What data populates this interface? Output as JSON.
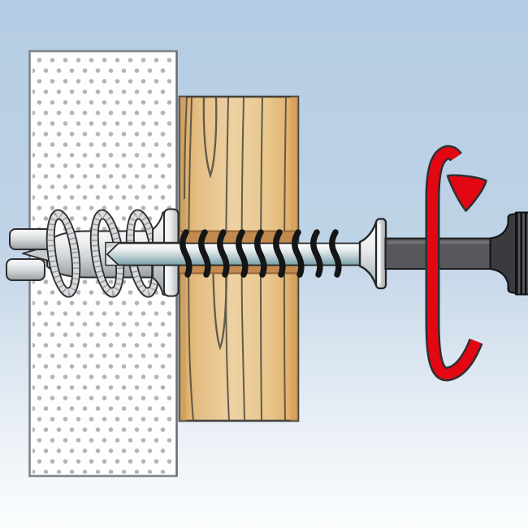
{
  "meta": {
    "title": "Drywall anchor installation diagram",
    "description": "Cross-section illustration: a self-drilling metal spiral anchor set in a plasterboard panel; a countersunk screw passes through a wooden batten into the anchor and is driven by a drill, with a red arrow indicating clockwise screwing-in rotation."
  },
  "scene": {
    "components": [
      {
        "name": "drywall-panel",
        "label": "Plasterboard panel shown in cross-section with gypsum dot texture"
      },
      {
        "name": "metal-anchor",
        "label": "Self-drilling metal drywall anchor with spiral blade, split drill tip and flange collar"
      },
      {
        "name": "wood-batten",
        "label": "Wooden batten being fixed, shown in cross-section with grain"
      },
      {
        "name": "screw",
        "label": "Countersunk screw threaded through the batten into the anchor"
      },
      {
        "name": "driver-shaft",
        "label": "Screwdriver bit shaft between screw head and chuck"
      },
      {
        "name": "drill-chuck",
        "label": "Drill chuck, partially visible at right edge"
      },
      {
        "name": "rotation-arrow",
        "label": "Red arrow indicating driving rotation",
        "direction": "clockwise"
      }
    ]
  },
  "colors": {
    "background_top": "#b4cce4",
    "background_bottom": "#fbfdfe",
    "drywall_face": "#fefefe",
    "drywall_dots": "#b3b4b7",
    "drywall_edge": "#7f848a",
    "wood_light": "#eed2a2",
    "wood_dark": "#d9a660",
    "wood_grain": "#504d42",
    "wood_hole": "#c28a4e",
    "metal_light": "#f6f7f8",
    "metal_mid": "#d9dbdd",
    "metal_shadow": "#999da0",
    "metal_outline": "#2c2d2f",
    "steel_highlight": "#ffffff",
    "steel_shadow": "#77999f",
    "thread": "#141517",
    "driver_shaft": "#57585b",
    "chuck_dark": "#0d0d0e",
    "chuck_light": "#56575a",
    "arrow_red": "#e30613",
    "arrow_outline": "#303032"
  }
}
